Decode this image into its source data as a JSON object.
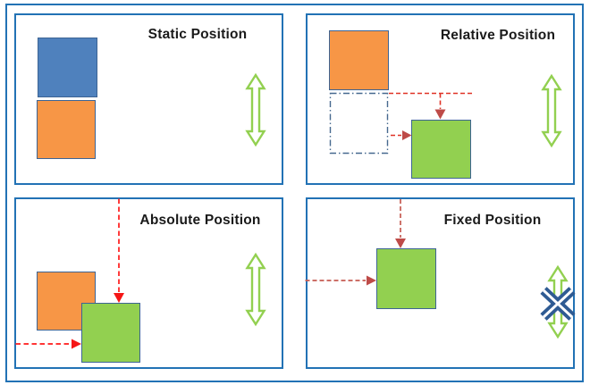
{
  "colors": {
    "frame_blue": "#2272B5",
    "box_border": "#3D6494",
    "blue_fill": "#4F81BD",
    "orange_fill": "#F79646",
    "green_fill": "#92D050",
    "scroll_arrow_green": "#92D050",
    "ghost_border": "#46698F",
    "relative_dash_red": "#E03226",
    "absolute_dash_red": "#FF1A1A",
    "fixed_dash_red": "#C65B52",
    "arrowhead_brick": "#BE4B48",
    "arrowhead_bright": "#F51616",
    "no_scroll_x_blue": "#2F5B93",
    "title_text": "#1A1A1A"
  },
  "panels": [
    {
      "id": "static",
      "title": "Static Position"
    },
    {
      "id": "relative",
      "title": "Relative Position"
    },
    {
      "id": "absolute",
      "title": "Absolute Position"
    },
    {
      "id": "fixed",
      "title": "Fixed Position"
    }
  ],
  "icons": {
    "scroll_arrow": "vertical-double-arrow",
    "no_scroll": "crossed-x-over-arrow",
    "offset_arrow": "red-dashed-arrow",
    "ghost_box": "dash-dot-placeholder"
  }
}
